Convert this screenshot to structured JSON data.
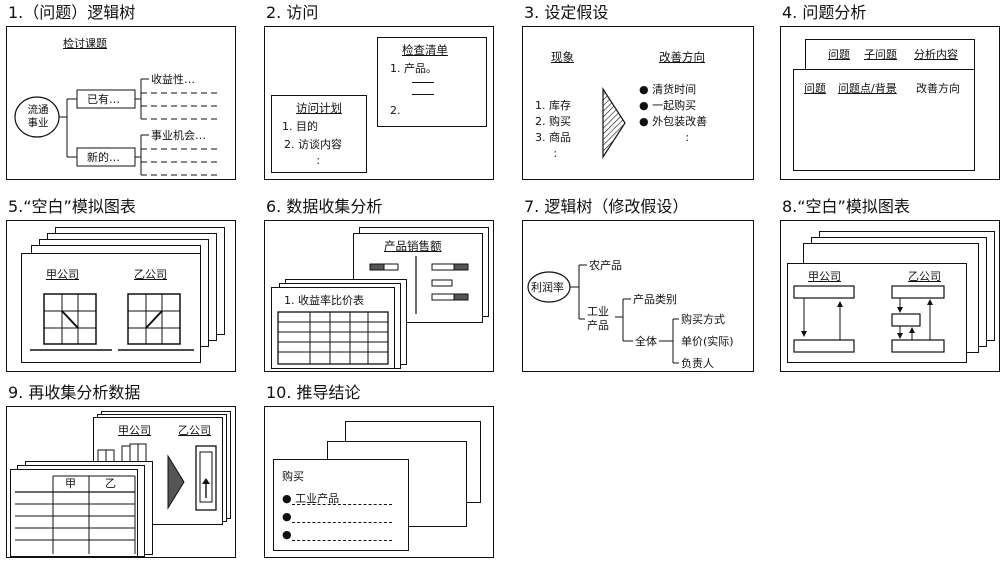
{
  "panels": [
    {
      "title": "1.（问题）逻辑树",
      "heading": "检讨课题",
      "root": "流通\n事业",
      "branch1": "已有…",
      "leaf1": "收益性…",
      "branch2": "新的…",
      "leaf2": "事业机会…"
    },
    {
      "title": "2.  访问",
      "plan_title": "访问计划",
      "plan_items": [
        "1. 目的",
        "2. 访谈内容",
        "："
      ],
      "check_title": "检查清单",
      "check_items": [
        "1. 产品。",
        "2."
      ]
    },
    {
      "title": "3.  设定假设",
      "left_head": "现象",
      "left_items": [
        "1. 库存",
        "2. 购买",
        "3. 商品",
        "："
      ],
      "right_head": "改善方向",
      "right_items": [
        "● 清货时间",
        "● 一起购买",
        "● 外包装改善",
        "："
      ]
    },
    {
      "title": "4.  问题分析",
      "back_cols": [
        "问题",
        "子问题",
        "分析内容"
      ],
      "front_cols": [
        "问题",
        "问题点/背景",
        "改善方向"
      ]
    },
    {
      "title": "5.“空白”模拟图表",
      "company_a": "甲公司",
      "company_b": "乙公司"
    },
    {
      "title": "6.  数据收集分析",
      "chart_title": "产品销售额",
      "table_title": "1. 收益率比价表"
    },
    {
      "title": "7.  逻辑树（修改假设）",
      "root": "利润率",
      "n1": "农产品",
      "n2": "工业\n产品",
      "n3": "产品类别",
      "n4": "全体",
      "n5": "购买方式",
      "n6": "单价(实际)",
      "n7": "负责人"
    },
    {
      "title": "8.“空白”模拟图表",
      "company_a": "甲公司",
      "company_b": "乙公司"
    },
    {
      "title": "9.  再收集分析数据",
      "company_a": "甲公司",
      "company_b": "乙公司",
      "col_a": "甲",
      "col_b": "乙"
    },
    {
      "title": "10.  推导结论",
      "head": "购买",
      "items": [
        "● 工业产品",
        "●",
        "●"
      ]
    }
  ]
}
